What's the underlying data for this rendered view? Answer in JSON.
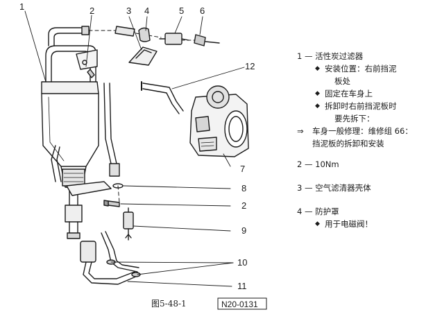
{
  "callouts": {
    "c1": "1",
    "c2": "2",
    "c3": "3",
    "c4": "4",
    "c5": "5",
    "c6": "6",
    "c7": "7",
    "c8": "8",
    "c2b": "2",
    "c9": "9",
    "c10": "10",
    "c11": "11",
    "c12": "12"
  },
  "caption": "图5-48-1",
  "code": "N20-0131",
  "legend": {
    "item1": {
      "title": "1 — 活性炭过滤器",
      "bullets": [
        "安装位置：右前挡泥",
        "板处",
        "固定在车身上",
        "拆卸时右前挡泥板时",
        "要先拆下："
      ],
      "ref_arrow": "⇒",
      "ref_lines": [
        "车身一般修理：维修组 66：",
        "挡泥板的拆卸和安装"
      ]
    },
    "item2": {
      "title": "2 — 10Nm"
    },
    "item3": {
      "title": "3 — 空气滤清器壳体"
    },
    "item4": {
      "title": "4 — 防护罩",
      "bullets": [
        "用于电磁阀！"
      ]
    }
  }
}
